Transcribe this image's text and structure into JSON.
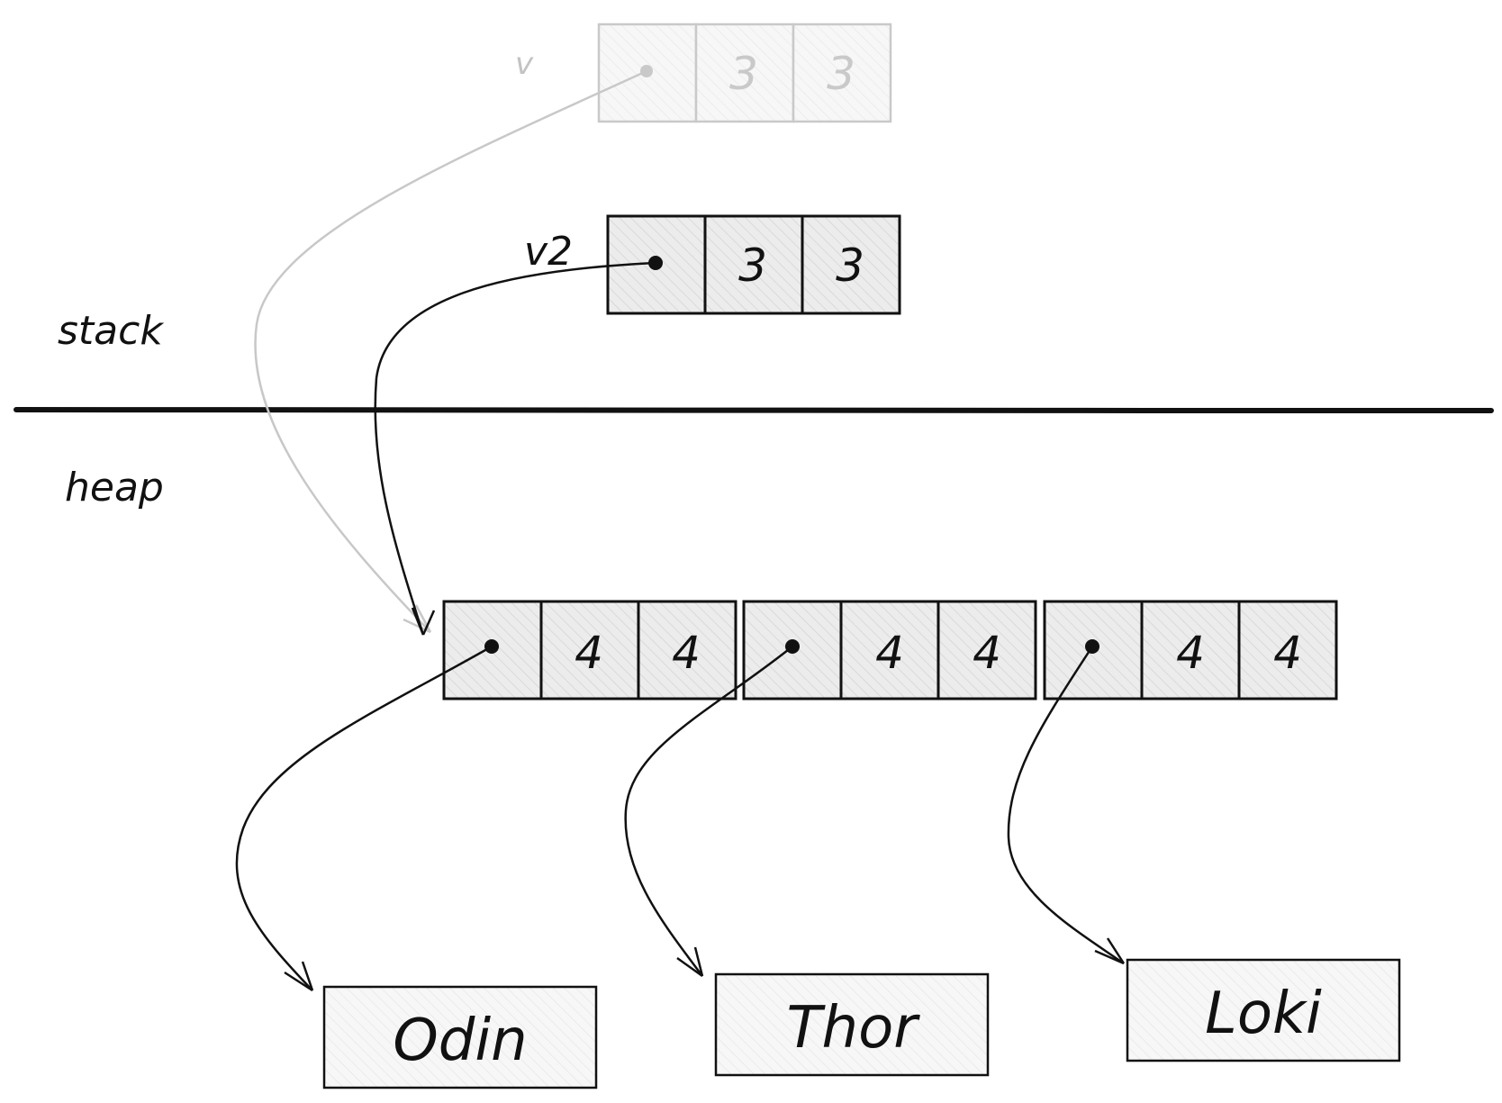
{
  "regions": {
    "stack_label": "stack",
    "heap_label": "heap"
  },
  "stack": {
    "old_vec": {
      "name": "v",
      "cells": [
        "•",
        "3",
        "3"
      ],
      "faded": true
    },
    "new_vec": {
      "name": "v2",
      "cells": [
        "•",
        "3",
        "3"
      ],
      "faded": false
    }
  },
  "heap": {
    "elements": [
      {
        "cells": [
          "•",
          "4",
          "4"
        ]
      },
      {
        "cells": [
          "•",
          "4",
          "4"
        ]
      },
      {
        "cells": [
          "•",
          "4",
          "4"
        ]
      }
    ],
    "strings": [
      {
        "label": "Odin"
      },
      {
        "label": "Thor"
      },
      {
        "label": "Loki"
      }
    ]
  },
  "colors": {
    "ink": "#111111",
    "faded_ink": "#bdbdbd",
    "cell_fill": "#e9e9e9",
    "string_fill": "#f1f1f1"
  }
}
